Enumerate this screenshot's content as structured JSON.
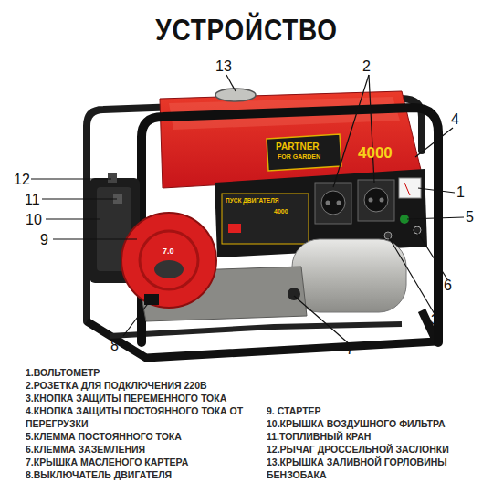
{
  "diagram": {
    "title": "УСТРОЙСТВО",
    "labels": [
      "1",
      "2",
      "3",
      "4",
      "5",
      "6",
      "7",
      "8",
      "9",
      "10",
      "11",
      "12",
      "13",
      "PARTNER",
      "FOR GARDEN",
      "4000",
      "ПУСК ДВИГАТЕЛЯ",
      "4000",
      "7.0",
      "1.ВОЛЬТОМЕТР",
      "2.РОЗЕТКА ДЛЯ ПОДКЛЮЧЕНИЯ 220В",
      "3.КНОПКА ЗАЩИТЫ ПЕРЕМЕННОГО ТОКА",
      "4.КНОПКА ЗАЩИТЫ ПОСТОЯННОГО ТОКА ОТ ПЕРЕГРУЗКИ",
      "5.КЛЕММА ПОСТОЯННОГО ТОКА",
      "6.КЛЕММА ЗАЗЕМЛЕНИЯ",
      "7.КРЫШКА МАСЛЕНОГО КАРТЕРА",
      "8.ВЫКЛЮЧАТЕЛЬ ДВИГАТЕЛЯ",
      "9. СТАРТЕР",
      "10.КРЫШКА ВОЗДУШНОГО ФИЛЬТРА",
      "11.ТОПЛИВНЫЙ КРАН",
      "12.РЫЧАГ ДРОССЕЛЬНОЙ ЗАСЛОНКИ",
      "13.КРЫШКА ЗАЛИВНОЙ ГОРЛОВИНЫ БЕНЗОБАКА"
    ]
  }
}
